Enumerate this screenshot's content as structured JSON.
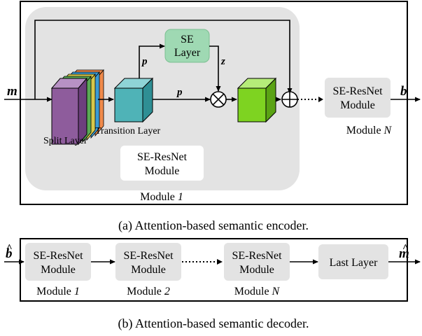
{
  "encoder": {
    "input_label": "m",
    "output_label": "b",
    "se_layer_lines": [
      "SE",
      "Layer"
    ],
    "p_label_upper": "p",
    "p_label_lower": "p",
    "z_label": "z",
    "split_layer_label": "Split Layer",
    "transition_layer_label": "Transition Layer",
    "inner_module_lines": [
      "SE-ResNet",
      "Module"
    ],
    "outer_module_prefix": "Module ",
    "outer_module_index": "1",
    "module_n_box_lines": [
      "SE-ResNet",
      "Module"
    ],
    "module_n_prefix": "Module ",
    "module_n_index": "N",
    "caption": "(a) Attention-based semantic encoder."
  },
  "decoder": {
    "input_label": "b",
    "output_label": "m",
    "modules": [
      {
        "lines": [
          "SE-ResNet",
          "Module"
        ],
        "sub_prefix": "Module ",
        "sub_index": "1"
      },
      {
        "lines": [
          "SE-ResNet",
          "Module"
        ],
        "sub_prefix": "Module ",
        "sub_index": "2"
      },
      {
        "lines": [
          "SE-ResNet",
          "Module"
        ],
        "sub_prefix": "Module ",
        "sub_index": "N"
      }
    ],
    "last_layer_label": "Last Layer",
    "caption": "(b) Attention-based semantic decoder."
  },
  "colors": {
    "module_bg": "#e3e3e3",
    "se_layer_fill": "#9fd9b3",
    "se_layer_stroke": "#7bbf91",
    "transition_cube": "#4fb3b7",
    "output_cube": "#7ed321",
    "split_front": "#8e5c9c",
    "split_layers": [
      "#f08a4b",
      "#3a9bd4",
      "#d8c84a",
      "#5aaa55"
    ]
  }
}
